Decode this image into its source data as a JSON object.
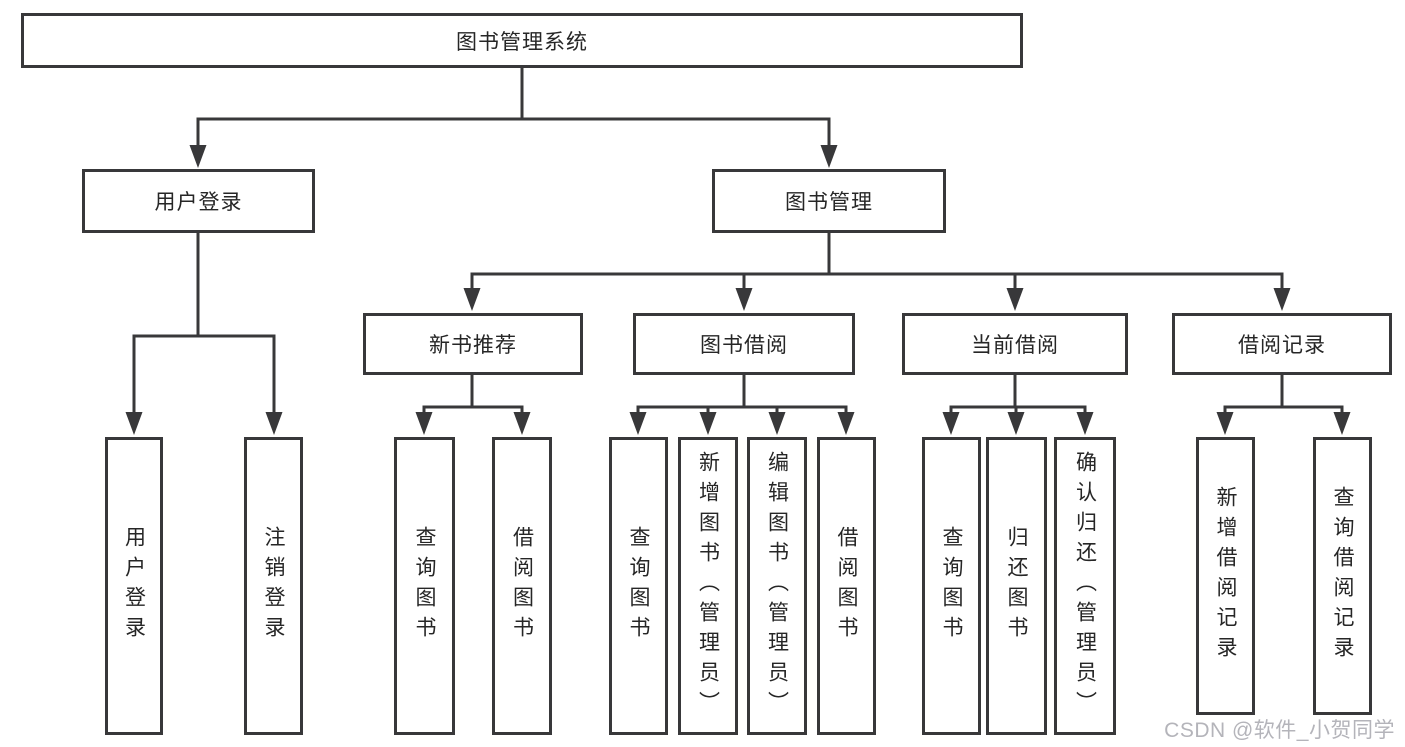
{
  "diagram": {
    "title": "图书管理系统",
    "level2": [
      {
        "label": "用户登录"
      },
      {
        "label": "图书管理"
      }
    ],
    "level3": [
      {
        "label": "新书推荐"
      },
      {
        "label": "图书借阅"
      },
      {
        "label": "当前借阅"
      },
      {
        "label": "借阅记录"
      }
    ],
    "leaves": {
      "user_login_group": [
        "用户登录",
        "注销登录"
      ],
      "new_book_group": [
        "查询图书",
        "借阅图书"
      ],
      "book_borrow_group": [
        "查询图书",
        "新增图书（管理员）",
        "编辑图书（管理员）",
        "借阅图书"
      ],
      "current_borrow_group": [
        "查询图书",
        "归还图书",
        "确认归还（管理员）"
      ],
      "records_group": [
        "新增借阅记录",
        "查询借阅记录"
      ]
    }
  },
  "watermark": {
    "text": "CSDN @软件_小贺同学"
  },
  "colors": {
    "line": "#38383a",
    "box_fill": "#ffffff",
    "text": "#262626",
    "watermark": "#b4b4ba",
    "background": "#ffffff"
  }
}
